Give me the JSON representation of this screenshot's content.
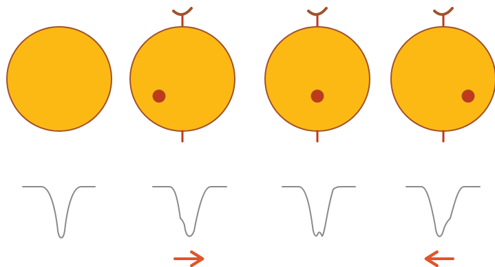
{
  "colors": {
    "star_fill": "#FDB913",
    "star_outline": "#A0522D",
    "axis_and_spot": "#C0391B",
    "arrow": "#E0552A",
    "line_profile": "#8A8A8A"
  },
  "panels": [
    {
      "id": "panel-1",
      "has_rotation_axis": false,
      "spot_position": "none",
      "profile_distortion": "none",
      "arrow_direction": "none"
    },
    {
      "id": "panel-2",
      "has_rotation_axis": true,
      "spot_position": "left",
      "profile_distortion": "bump-on-left-wing",
      "arrow_direction": "right"
    },
    {
      "id": "panel-3",
      "has_rotation_axis": true,
      "spot_position": "center",
      "profile_distortion": "bump-at-core",
      "arrow_direction": "none"
    },
    {
      "id": "panel-4",
      "has_rotation_axis": true,
      "spot_position": "right",
      "profile_distortion": "bump-on-right-wing",
      "arrow_direction": "left"
    }
  ]
}
